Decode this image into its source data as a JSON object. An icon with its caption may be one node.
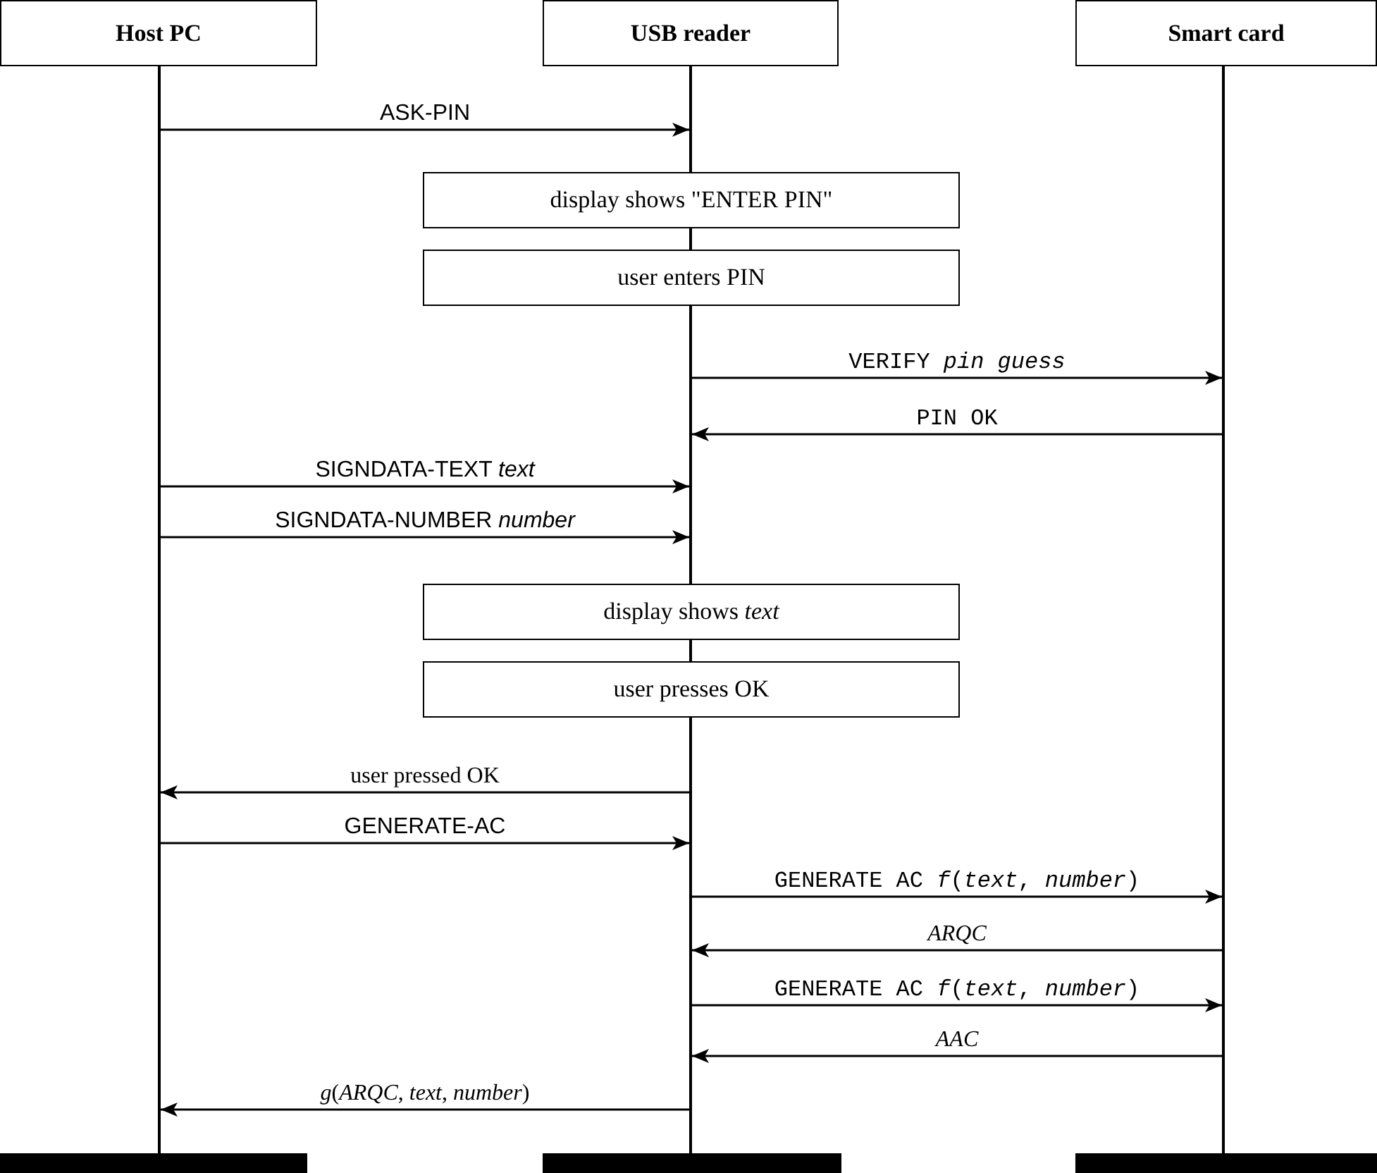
{
  "diagram": {
    "nodes": [
      {
        "text": [
          "Host PC"
        ]
      },
      {
        "text": [
          "USB reader"
        ]
      },
      {
        "text": [
          "Smart card"
        ]
      },
      {
        "text": [],
        "shape": "line"
      },
      {
        "text": [],
        "shape": "line"
      },
      {
        "text": [],
        "shape": "line"
      },
      {
        "text": [],
        "shape": "line"
      },
      {
        "text": [],
        "shape": "line"
      },
      {
        "text": [],
        "shape": "line"
      },
      {
        "text": [],
        "shape": "line"
      },
      {
        "text": [
          "display shows \"ENTER PIN\""
        ]
      },
      {
        "text": [
          "user enters PIN"
        ]
      },
      {
        "text": [
          "display shows *text*"
        ]
      },
      {
        "text": [
          "user presses OK"
        ]
      },
      {
        "text": [],
        "shape": "bar"
      },
      {
        "text": [],
        "shape": "bar"
      },
      {
        "text": [],
        "shape": "bar"
      }
    ],
    "edges": [
      {
        "from": 3,
        "to": 4,
        "arrow": "to",
        "label": "ASK-PIN"
      },
      {
        "from": 6,
        "to": 9,
        "arrow": "to",
        "label": "VERIFY *pin guess*"
      },
      {
        "from": 9,
        "to": 6,
        "arrow": "to",
        "label": "PIN OK"
      },
      {
        "from": 3,
        "to": 6,
        "arrow": "to",
        "label": "SIGNDATA-TEXT *text*"
      },
      {
        "from": 3,
        "to": 6,
        "arrow": "to",
        "label": "SIGNDATA-NUMBER *number*"
      },
      {
        "from": 8,
        "to": 3,
        "arrow": "to",
        "label": "user pressed OK"
      },
      {
        "from": 3,
        "to": 8,
        "arrow": "to",
        "label": "GENERATE-AC"
      },
      {
        "from": 8,
        "to": 9,
        "arrow": "to",
        "label": "GENERATE AC *f*(*text*, *number*)"
      },
      {
        "from": 9,
        "to": 8,
        "arrow": "to",
        "label": "*ARQC*"
      },
      {
        "from": 8,
        "to": 9,
        "arrow": "to",
        "label": "GENERATE AC *f*(*text*, *number*)"
      },
      {
        "from": 9,
        "to": 8,
        "arrow": "to",
        "label": "*AAC*"
      },
      {
        "from": 8,
        "to": 3,
        "arrow": "to",
        "label": "*g*(*ARQC*, *text*, *number*)"
      }
    ]
  }
}
